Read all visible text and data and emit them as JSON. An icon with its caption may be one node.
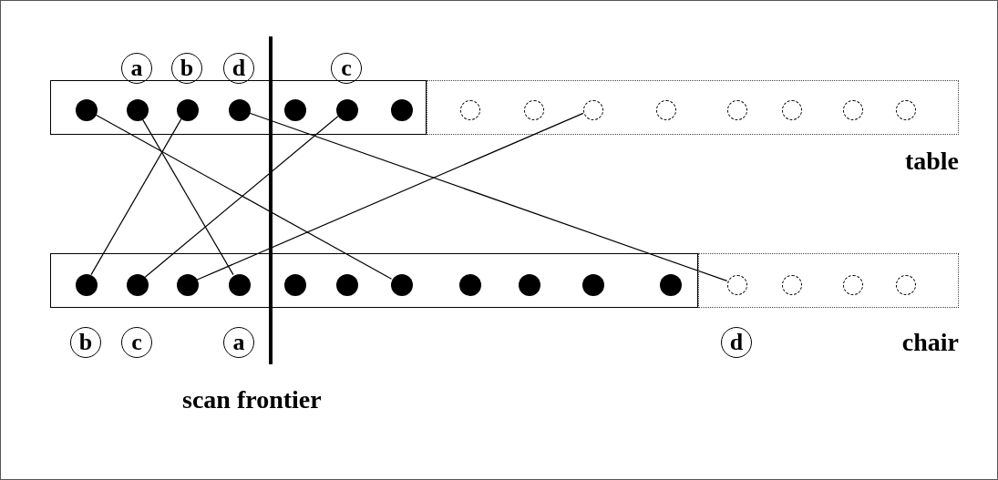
{
  "diagram": {
    "nodes": [
      {
        "text": [
          "a"
        ]
      },
      {
        "text": [
          "b"
        ]
      },
      {
        "text": [
          "d"
        ]
      },
      {
        "text": [
          "c"
        ]
      },
      {
        "text": [],
        "shape": "box"
      },
      {
        "text": [],
        "shape": "dot",
        "in": 4
      },
      {
        "text": [],
        "shape": "dot",
        "in": 4
      },
      {
        "text": [],
        "shape": "dot",
        "in": 4
      },
      {
        "text": [],
        "shape": "dot",
        "in": 4
      },
      {
        "text": [],
        "shape": "dot",
        "in": 4
      },
      {
        "text": [],
        "shape": "dot",
        "in": 4
      },
      {
        "text": [],
        "shape": "dot",
        "in": 4
      },
      {
        "text": [],
        "shape": "box"
      },
      {
        "text": [],
        "shape": "circle",
        "in": 12
      },
      {
        "text": [],
        "shape": "circle",
        "in": 12
      },
      {
        "text": [],
        "shape": "circle",
        "in": 12
      },
      {
        "text": [],
        "shape": "circle",
        "in": 12
      },
      {
        "text": [],
        "shape": "circle",
        "in": 12
      },
      {
        "text": [],
        "shape": "circle",
        "in": 12
      },
      {
        "text": [],
        "shape": "circle",
        "in": 12
      },
      {
        "text": [],
        "shape": "circle",
        "in": 12
      },
      {
        "text": [],
        "shape": "box"
      },
      {
        "text": [],
        "shape": "dot",
        "in": 21
      },
      {
        "text": [],
        "shape": "dot",
        "in": 21
      },
      {
        "text": [],
        "shape": "dot",
        "in": 21
      },
      {
        "text": [],
        "shape": "dot",
        "in": 21
      },
      {
        "text": [],
        "shape": "dot",
        "in": 21
      },
      {
        "text": [],
        "shape": "dot",
        "in": 21
      },
      {
        "text": [],
        "shape": "dot",
        "in": 21
      },
      {
        "text": [],
        "shape": "dot",
        "in": 21
      },
      {
        "text": [],
        "shape": "dot",
        "in": 21
      },
      {
        "text": [],
        "shape": "dot",
        "in": 21
      },
      {
        "text": [],
        "shape": "dot",
        "in": 21
      },
      {
        "text": [],
        "shape": "box"
      },
      {
        "text": [],
        "shape": "circle",
        "in": 33
      },
      {
        "text": [],
        "shape": "circle",
        "in": 33
      },
      {
        "text": [],
        "shape": "circle",
        "in": 33
      },
      {
        "text": [],
        "shape": "circle",
        "in": 33
      },
      {
        "text": [
          "b"
        ]
      },
      {
        "text": [
          "c"
        ]
      },
      {
        "text": [
          "a"
        ]
      },
      {
        "text": [
          "d"
        ]
      }
    ],
    "edges": [
      {
        "from": 5,
        "to": 28,
        "arrow": "none"
      },
      {
        "from": 6,
        "to": 25,
        "arrow": "none"
      },
      {
        "from": 7,
        "to": 22,
        "arrow": "none"
      },
      {
        "from": 8,
        "to": 34,
        "arrow": "none"
      },
      {
        "from": 10,
        "to": 23,
        "arrow": "none"
      },
      {
        "from": 24,
        "to": 15,
        "arrow": "none"
      }
    ],
    "labels": [
      "table",
      "chair",
      "scan frontier"
    ]
  }
}
